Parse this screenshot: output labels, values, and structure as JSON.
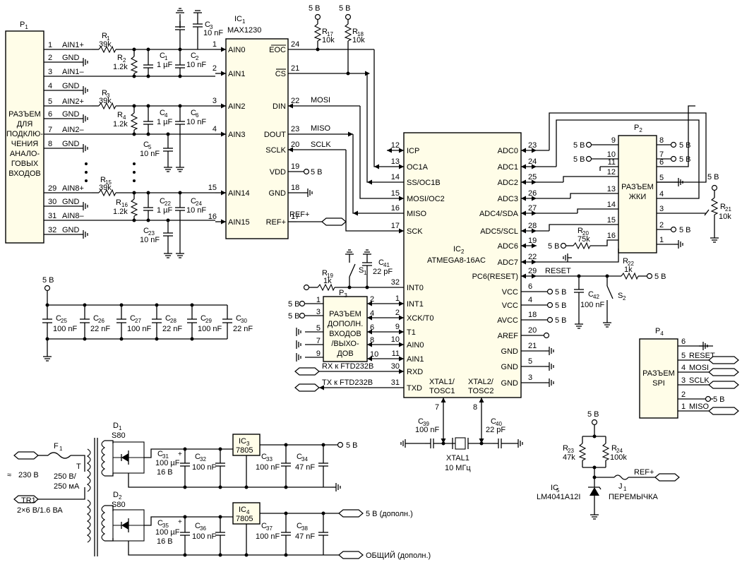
{
  "components": {
    "p1": {
      "ref": "P",
      "sub": "1",
      "label_lines": [
        "РАЗЪЕМ",
        "ДЛЯ",
        "ПОДКЛЮ-",
        "ЧЕНИЯ",
        "АНАЛО-",
        "ГОВЫХ",
        "ВХОДОВ"
      ]
    },
    "ic1": {
      "ref": "IC",
      "sub": "1",
      "part": "MAX1230"
    },
    "ic2": {
      "ref": "IC",
      "sub": "2",
      "part": "ATMEGA8-16AC"
    },
    "ic3": {
      "ref": "IC",
      "sub": "3",
      "part": "7805"
    },
    "ic4": {
      "ref": "IC",
      "sub": "4",
      "part": "7805"
    },
    "ic5": {
      "ref": "IC",
      "sub": "5",
      "part": "LM4041A12I"
    },
    "p2": {
      "ref": "P",
      "sub": "2",
      "label_lines": [
        "РАЗЪЕМ",
        "ЖКИ"
      ]
    },
    "p3": {
      "ref": "P",
      "sub": "3",
      "label_lines": [
        "РАЗЪЕМ",
        "ДОПОЛН.",
        "ВХОДОВ",
        "/ВЫХО-",
        "ДОВ"
      ]
    },
    "p4": {
      "ref": "P",
      "sub": "4",
      "label_lines": [
        "РАЗЪЕМ",
        "SPI"
      ]
    },
    "d1": {
      "ref": "D",
      "sub": "1",
      "part": "S80"
    },
    "d2": {
      "ref": "D",
      "sub": "2",
      "part": "S80"
    },
    "f1": {
      "ref": "F",
      "sub": "1"
    },
    "transformer": {
      "t": "T",
      "rating_lines": [
        "250 В/",
        "250 мА"
      ],
      "ref": "TR1",
      "spec": "2×6 В/1.6 ВА"
    },
    "mains": "230 В",
    "xtal": {
      "ref": "XTAL1",
      "value": "10 МГц"
    },
    "jumper": {
      "ref": "J",
      "sub": "1",
      "label": "ПЕРЕМЫЧКА"
    },
    "s1": {
      "ref": "S",
      "sub": "1"
    },
    "s2": {
      "ref": "S",
      "sub": "2"
    }
  },
  "p1_pins": [
    {
      "num": "1",
      "name": "AIN1+"
    },
    {
      "num": "2",
      "name": "GND"
    },
    {
      "num": "3",
      "name": "AIN1–"
    },
    {
      "num": "4",
      "name": "GND"
    },
    {
      "num": "5",
      "name": "AIN2+"
    },
    {
      "num": "6",
      "name": "GND"
    },
    {
      "num": "7",
      "name": "AIN2–"
    },
    {
      "num": "8",
      "name": "GND"
    },
    {
      "num": "29",
      "name": "AIN8+"
    },
    {
      "num": "30",
      "name": "GND"
    },
    {
      "num": "31",
      "name": "AIN8–"
    },
    {
      "num": "32",
      "name": "GND"
    }
  ],
  "ic1_pins_left": [
    {
      "num": "1",
      "name": "AIN0"
    },
    {
      "num": "2",
      "name": "AIN1"
    },
    {
      "num": "3",
      "name": "AIN2"
    },
    {
      "num": "4",
      "name": "AIN3"
    },
    {
      "num": "15",
      "name": "AIN14"
    },
    {
      "num": "16",
      "name": "AIN15"
    }
  ],
  "ic1_pins_right": [
    {
      "num": "24",
      "name": "EOC"
    },
    {
      "num": "21",
      "name": "CS"
    },
    {
      "num": "22",
      "name": "DIN"
    },
    {
      "num": "23",
      "name": "DOUT"
    },
    {
      "num": "20",
      "name": "SCLK"
    },
    {
      "num": "19",
      "name": "VDD"
    },
    {
      "num": "18",
      "name": "GND"
    },
    {
      "num": "17",
      "name": "REF+"
    }
  ],
  "signals": {
    "mosi": "MOSI",
    "miso": "MISO",
    "sclk": "SCLK",
    "ref": "REF+",
    "reset": "RESET",
    "rx": "RX к FTD232B",
    "tx": "TX к FTD232B"
  },
  "ic2_pins_left": [
    {
      "num": "12",
      "name": "ICP"
    },
    {
      "num": "13",
      "name": "OC1A"
    },
    {
      "num": "14",
      "name": "SS/OC1B"
    },
    {
      "num": "15",
      "name": "MOSI/OC2"
    },
    {
      "num": "16",
      "name": "MISO"
    },
    {
      "num": "17",
      "name": "SCK"
    },
    {
      "num": "32",
      "name": "INT0"
    },
    {
      "num": "1",
      "name": "INT1"
    },
    {
      "num": "2",
      "name": "XCK/T0"
    },
    {
      "num": "9",
      "name": "T1"
    },
    {
      "num": "10",
      "name": "AIN0"
    },
    {
      "num": "11",
      "name": "AIN1"
    },
    {
      "num": "30",
      "name": "RXD"
    },
    {
      "num": "31",
      "name": "TXD"
    }
  ],
  "ic2_pins_right": [
    {
      "num": "23",
      "name": "ADC0"
    },
    {
      "num": "24",
      "name": "ADC1"
    },
    {
      "num": "25",
      "name": "ADC2"
    },
    {
      "num": "26",
      "name": "ADC3"
    },
    {
      "num": "27",
      "name": "ADC4/SDA"
    },
    {
      "num": "28",
      "name": "ADC5/SCL"
    },
    {
      "num": "19",
      "name": "ADC6"
    },
    {
      "num": "22",
      "name": "ADC7"
    },
    {
      "num": "29",
      "name": "PC6(RESET)"
    },
    {
      "num": "6",
      "name": "VCC"
    },
    {
      "num": "4",
      "name": "VCC"
    },
    {
      "num": "18",
      "name": "AVCC"
    },
    {
      "num": "20",
      "name": "AREF"
    },
    {
      "num": "21",
      "name": "GND"
    },
    {
      "num": "5",
      "name": "GND"
    },
    {
      "num": "3",
      "name": "GND"
    }
  ],
  "ic2_bottom": {
    "xtal1": [
      "XTAL1/",
      "TOSC1"
    ],
    "xtal2": [
      "XTAL2/",
      "TOSC2"
    ],
    "pin_x1": "7",
    "pin_x2": "8"
  },
  "p2_pins_left": [
    "9",
    "10",
    "11",
    "12",
    "13",
    "14",
    "15",
    "16"
  ],
  "p2_pins_right": [
    "8",
    "7",
    "6",
    "5",
    "4",
    "3",
    "2",
    "1"
  ],
  "p3_pins_left": [
    "1",
    "3",
    "5",
    "7",
    "9"
  ],
  "p3_pins_right": [
    "2",
    "4",
    "6",
    "8",
    "10"
  ],
  "p4_pins": [
    {
      "num": "6",
      "name": ""
    },
    {
      "num": "5",
      "name": "RESET"
    },
    {
      "num": "4",
      "name": "MOSI"
    },
    {
      "num": "3",
      "name": "SCLK"
    },
    {
      "num": "2",
      "name": ""
    },
    {
      "num": "1",
      "name": "MISO"
    }
  ],
  "supply": "5 В",
  "supply_aux": "5 В (дополн.)",
  "common_aux": "ОБЩИЙ (дополн.)",
  "resistors": [
    {
      "ref": "R",
      "sub": "1",
      "value": "39k"
    },
    {
      "ref": "R",
      "sub": "2",
      "value": "1.2k"
    },
    {
      "ref": "R",
      "sub": "3",
      "value": "39k"
    },
    {
      "ref": "R",
      "sub": "4",
      "value": "1.2k"
    },
    {
      "ref": "R",
      "sub": "15",
      "value": "39k"
    },
    {
      "ref": "R",
      "sub": "16",
      "value": "1.2k"
    },
    {
      "ref": "R",
      "sub": "17",
      "value": "10k"
    },
    {
      "ref": "R",
      "sub": "18",
      "value": "10k"
    },
    {
      "ref": "R",
      "sub": "19",
      "value": "1k"
    },
    {
      "ref": "R",
      "sub": "20",
      "value": "75k"
    },
    {
      "ref": "R",
      "sub": "21",
      "value": "10k"
    },
    {
      "ref": "R",
      "sub": "22",
      "value": "1k"
    },
    {
      "ref": "R",
      "sub": "23",
      "value": "47k"
    },
    {
      "ref": "R",
      "sub": "24",
      "value": "100k"
    }
  ],
  "capacitors": [
    {
      "ref": "C",
      "sub": "1",
      "value": "1 µF"
    },
    {
      "ref": "C",
      "sub": "2",
      "value": "10 nF"
    },
    {
      "ref": "C",
      "sub": "3",
      "value": "10 nF"
    },
    {
      "ref": "C",
      "sub": "4",
      "value": "1 µF"
    },
    {
      "ref": "C",
      "sub": "5",
      "value": "10 nF"
    },
    {
      "ref": "C",
      "sub": "6",
      "value": "10 nF"
    },
    {
      "ref": "C",
      "sub": "22",
      "value": "1 µF"
    },
    {
      "ref": "C",
      "sub": "23",
      "value": "10 nF"
    },
    {
      "ref": "C",
      "sub": "24",
      "value": "10 nF"
    },
    {
      "ref": "C",
      "sub": "25",
      "value": "100 nF"
    },
    {
      "ref": "C",
      "sub": "26",
      "value": "22 nF"
    },
    {
      "ref": "C",
      "sub": "27",
      "value": "100 nF"
    },
    {
      "ref": "C",
      "sub": "28",
      "value": "22 nF"
    },
    {
      "ref": "C",
      "sub": "29",
      "value": "100 nF"
    },
    {
      "ref": "C",
      "sub": "30",
      "value": "22 nF"
    },
    {
      "ref": "C",
      "sub": "31",
      "value": "100 µF",
      "value2": "16 В"
    },
    {
      "ref": "C",
      "sub": "32",
      "value": "100 nF"
    },
    {
      "ref": "C",
      "sub": "33",
      "value": "100 nF"
    },
    {
      "ref": "C",
      "sub": "34",
      "value": "47 nF"
    },
    {
      "ref": "C",
      "sub": "35",
      "value": "100 µF",
      "value2": "16 В"
    },
    {
      "ref": "C",
      "sub": "36",
      "value": "100 nF"
    },
    {
      "ref": "C",
      "sub": "37",
      "value": "100 nF"
    },
    {
      "ref": "C",
      "sub": "38",
      "value": "47 nF"
    },
    {
      "ref": "C",
      "sub": "39",
      "value": "100 nF"
    },
    {
      "ref": "C",
      "sub": "40",
      "value": "22 pF"
    },
    {
      "ref": "C",
      "sub": "41",
      "value": "22 pF"
    },
    {
      "ref": "C",
      "sub": "42",
      "value": "100 nF"
    }
  ]
}
